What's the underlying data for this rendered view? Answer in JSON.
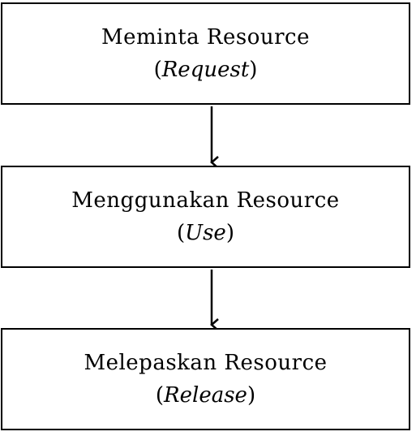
{
  "steps": [
    {
      "title": "Meminta Resource",
      "term": "Request"
    },
    {
      "title": "Menggunakan Resource",
      "term": "Use"
    },
    {
      "title": "Melepaskan Resource",
      "term": "Release"
    }
  ],
  "colors": {
    "stroke": "#000000",
    "background": "#ffffff"
  }
}
